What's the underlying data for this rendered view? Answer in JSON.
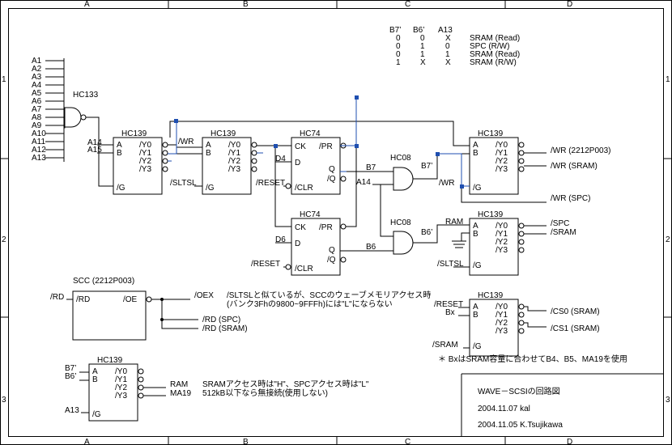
{
  "frame": {
    "cols": [
      "A",
      "B",
      "C",
      "D"
    ],
    "rows": [
      "1",
      "2",
      "3"
    ]
  },
  "truth_table": {
    "headers": [
      "B7’",
      "B6’",
      "A13"
    ],
    "rows": [
      [
        "0",
        "0",
        "X",
        "SRAM (Read)"
      ],
      [
        "0",
        "1",
        "0",
        "SPC (R/W)"
      ],
      [
        "0",
        "1",
        "1",
        "SRAM (Read)"
      ],
      [
        "1",
        "X",
        "X",
        "SRAM (R/W)"
      ]
    ]
  },
  "address_bus": [
    "A1",
    "A2",
    "A3",
    "A4",
    "A5",
    "A6",
    "A7",
    "A8",
    "A9",
    "A10",
    "A11",
    "A12",
    "A13"
  ],
  "chips": {
    "hc133": "HC133",
    "hc139": "HC139",
    "hc74": "HC74",
    "hc08": "HC08",
    "scc": "SCC (2212P003)"
  },
  "pins": {
    "a": "A",
    "b": "B",
    "g": "/G",
    "y0": "/Y0",
    "y1": "/Y1",
    "y2": "/Y2",
    "y3": "/Y3",
    "ck": "CK",
    "pr": "/PR",
    "d": "D",
    "q": "Q",
    "qn": "/Q",
    "clr": "/CLR",
    "rd": "/RD",
    "oe": "/OE"
  },
  "signals": {
    "a14": "A14",
    "a15": "A15",
    "wr": "/WR",
    "sltsl": "/SLTSL",
    "reset": "/RESET",
    "d4": "D4",
    "d6": "D6",
    "b7": "B7",
    "b6": "B6",
    "b7p": "B7’",
    "b6p": "B6’",
    "a13": "A13",
    "ram": "RAM",
    "sram": "/SRAM",
    "bx": "Bx",
    "rd": "/RD",
    "ma19": "MA19"
  },
  "outputs": {
    "wr_scc": "/WR (2212P003)",
    "wr_sram": "/WR (SRAM)",
    "wr_spc": "/WR (SPC)",
    "spc": "/SPC",
    "sram": "/SRAM",
    "cs0": "/CS0 (SRAM)",
    "cs1": "/CS1 (SRAM)",
    "oex": "/OEX",
    "rd_spc": "/RD (SPC)",
    "rd_sram": "/RD (SRAM)"
  },
  "notes": {
    "oex1": "/SLTSLと似ているが、SCCのウェーブメモリアクセス時",
    "oex2": "(バンク3Fhの9800~9FFFh)には\"L\"にならない",
    "ram_note": "SRAMアクセス時は\"H\"、SPCアクセス時は\"L\"",
    "ma19_note": "512kB以下なら無接続(使用しない)",
    "bx_note": "＊ BxはSRAM容量に合わせてB4、B5、MA19を使用"
  },
  "title_block": {
    "title": "WAVE－SCSIの回路図",
    "line1": "2004.11.07 kal",
    "line2": "2004.11.05 K.Tsujikawa"
  }
}
